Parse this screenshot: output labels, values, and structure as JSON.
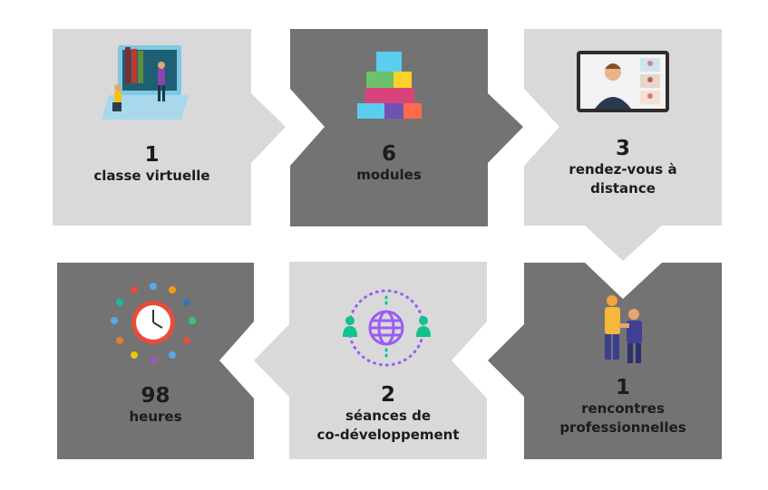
{
  "colors": {
    "light": "#d9d9d9",
    "dark": "#737373",
    "text": "#1c1c1c"
  },
  "steps": [
    {
      "number": "1",
      "label": "classe virtuelle",
      "icon": "laptop-classroom-icon"
    },
    {
      "number": "6",
      "label": "modules",
      "icon": "building-blocks-icon"
    },
    {
      "number": "3",
      "label_lines": [
        "rendez-vous à",
        "distance"
      ],
      "icon": "video-call-icon"
    },
    {
      "number": "1",
      "label_lines": [
        "rencontres",
        "professionnelles"
      ],
      "icon": "handshake-icon"
    },
    {
      "number": "2",
      "label_lines": [
        "séances de",
        "co-développement"
      ],
      "icon": "global-network-icon"
    },
    {
      "number": "98",
      "label": "heures",
      "icon": "clock-icon"
    }
  ]
}
